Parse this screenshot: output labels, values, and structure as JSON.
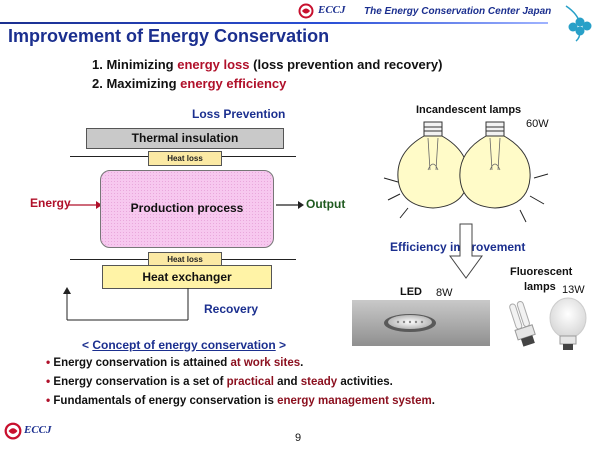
{
  "header": {
    "org_abbrev": "ECCJ",
    "org_name": "The Energy Conservation Center Japan",
    "title": "Improvement of Energy Conservation"
  },
  "goals": [
    {
      "num": "1.",
      "pre": "Minimizing ",
      "highlight": "energy loss",
      "post": " (loss prevention and recovery)"
    },
    {
      "num": "2.",
      "pre": "Maximizing ",
      "highlight": "energy efficiency",
      "post": ""
    }
  ],
  "diagram": {
    "loss_prevention": "Loss Prevention",
    "thermal_insulation": "Thermal insulation",
    "heat_loss_top": "Heat loss",
    "energy": "Energy",
    "production_process": "Production process",
    "output": "Output",
    "heat_loss_bottom": "Heat loss",
    "heat_exchanger": "Heat exchanger",
    "recovery": "Recovery"
  },
  "lamps": {
    "incandescent": "Incandescent lamps",
    "incandescent_watt": "60W",
    "efficiency_improvement": "Efficiency improvement",
    "led": "LED",
    "led_watt": "8W",
    "fluorescent_line1": "Fluorescent",
    "fluorescent_line2": "lamps",
    "fluorescent_watt": "13W"
  },
  "concept": {
    "prefix": "< ",
    "title": "Concept of energy conservation",
    "suffix": " >",
    "bullets": [
      {
        "pre": "Energy conservation is attained ",
        "h1": "at work sites",
        "mid": "",
        "h2": "",
        "post": "."
      },
      {
        "pre": "Energy conservation is a set of ",
        "h1": "practical",
        "mid": " and ",
        "h2": "steady",
        "post": " activities."
      },
      {
        "pre": "Fundamentals of energy conservation is ",
        "h1": "energy management system",
        "mid": "",
        "h2": "",
        "post": "."
      }
    ]
  },
  "footer": {
    "org_abbrev": "ECCJ",
    "page_number": "9"
  },
  "colors": {
    "brand_blue": "#1b2f8f",
    "highlight_red": "#b0102a"
  },
  "icons": [
    "eccj-logo-icon",
    "clover-logo-icon",
    "incandescent-bulb-icon",
    "led-downlight-icon",
    "fluorescent-lamp-icon"
  ]
}
